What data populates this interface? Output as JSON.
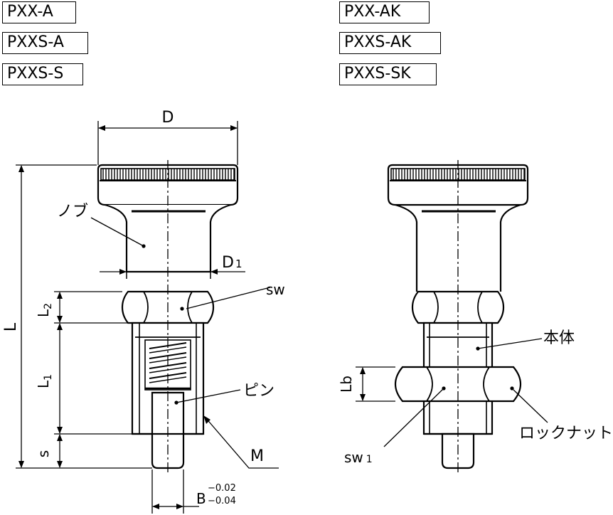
{
  "model_tags": {
    "left": [
      "PXX-A",
      "PXXS-A",
      "PXXS-S"
    ],
    "right": [
      "PXX-AK",
      "PXXS-AK",
      "PXXS-SK"
    ]
  },
  "dimensions": {
    "D": "D",
    "D1": "D",
    "D1_sub": "1",
    "L": "L",
    "L1": "L",
    "L1_sub": "1",
    "L2": "L",
    "L2_sub": "2",
    "s": "s",
    "M": "M",
    "B": "B",
    "B_tol_upper": "−0.02",
    "B_tol_lower": "−0.04",
    "Lb": "Lb",
    "sw": "sw",
    "sw1": "sw",
    "sw1_sub": "1"
  },
  "parts": {
    "knob": "ノブ",
    "pin": "ピン",
    "body": "本体",
    "lock_nut": "ロックナット"
  }
}
